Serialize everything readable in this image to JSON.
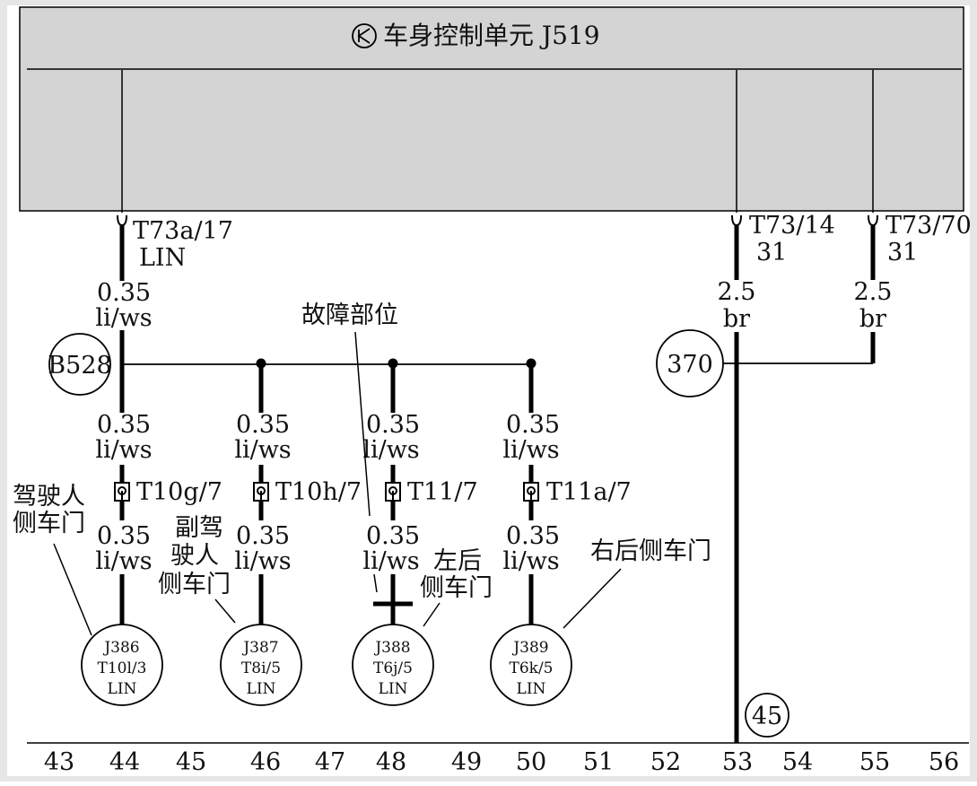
{
  "title": "车身控制单元 J519",
  "title_icon": "control-unit-symbol-icon",
  "colors": {
    "panel": "#d4d4d4",
    "frame": "#e6e6e6",
    "line": "#000000"
  },
  "top_connectors": {
    "lin": {
      "id": "T73a/17",
      "signal": "LIN",
      "gauge": "0.35",
      "color": "li/ws"
    },
    "gnd1": {
      "id": "T73/14",
      "signal": "31",
      "gauge": "2.5",
      "color": "br"
    },
    "gnd2": {
      "id": "T73/70",
      "signal": "31",
      "gauge": "2.5",
      "color": "br"
    }
  },
  "nodes": {
    "b528": "B528",
    "n370": "370",
    "n45": "45"
  },
  "fault_label": "故障部位",
  "branches": [
    {
      "upper_gauge": "0.35",
      "upper_color": "li/ws",
      "connector": "T10g/7",
      "lower_gauge": "0.35",
      "lower_color": "li/ws",
      "unit": "J386",
      "pin": "T10l/3",
      "bus": "LIN",
      "door": [
        "驾驶人",
        "侧车门"
      ]
    },
    {
      "upper_gauge": "0.35",
      "upper_color": "li/ws",
      "connector": "T10h/7",
      "lower_gauge": "0.35",
      "lower_color": "li/ws",
      "unit": "J387",
      "pin": "T8i/5",
      "bus": "LIN",
      "door": [
        "副驾",
        "驶人",
        "侧车门"
      ]
    },
    {
      "upper_gauge": "0.35",
      "upper_color": "li/ws",
      "connector": "T11/7",
      "lower_gauge": "0.35",
      "lower_color": "li/ws",
      "unit": "J388",
      "pin": "T6j/5",
      "bus": "LIN",
      "door": [
        "左后",
        "侧车门"
      ]
    },
    {
      "upper_gauge": "0.35",
      "upper_color": "li/ws",
      "connector": "T11a/7",
      "lower_gauge": "0.35",
      "lower_color": "li/ws",
      "unit": "J389",
      "pin": "T6k/5",
      "bus": "LIN",
      "door": [
        "右后侧车门"
      ]
    }
  ],
  "grid_numbers": [
    "43",
    "44",
    "45",
    "46",
    "47",
    "48",
    "49",
    "50",
    "51",
    "52",
    "53",
    "54",
    "55",
    "56"
  ]
}
